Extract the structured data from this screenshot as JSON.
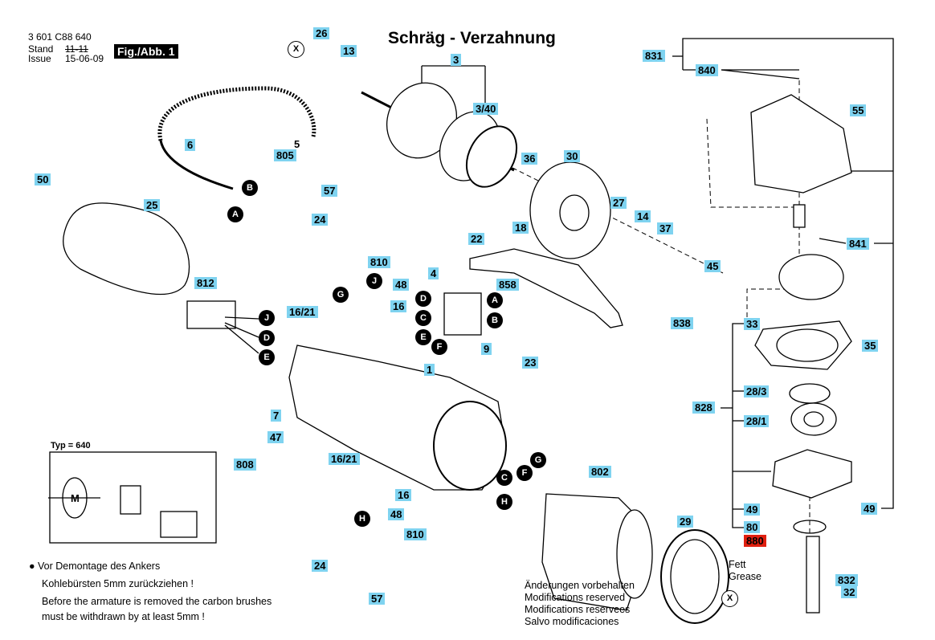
{
  "header": {
    "doc_number": "3 601 C88 640",
    "stand_label": "Stand",
    "issue_label": "Issue",
    "stand_value": "11-11",
    "issue_value": "15-06-09",
    "figure": "Fig./Abb. 1"
  },
  "title": "Schräg - Verzahnung",
  "wiring_type": "Typ = 640",
  "wiring_motor": "M",
  "notes": {
    "de_line1": "● Vor Demontage des Ankers",
    "de_line2": "Kohlebürsten 5mm zurückziehen !",
    "en_line1": "Before the armature is removed the carbon brushes",
    "en_line2": "must be withdrawn by at least 5mm !"
  },
  "modifications": [
    "Änderungen vorbehalten",
    "Modifications reserved",
    "Modifications reservees",
    "Salvo modificaciones"
  ],
  "grease": {
    "de": "Fett",
    "en": "Grease"
  },
  "part_labels": [
    {
      "id": "26"
    },
    {
      "id": "13"
    },
    {
      "id": "3"
    },
    {
      "id": "3/40"
    },
    {
      "id": "6"
    },
    {
      "id": "5"
    },
    {
      "id": "805"
    },
    {
      "id": "50"
    },
    {
      "id": "25"
    },
    {
      "id": "57"
    },
    {
      "id": "24"
    },
    {
      "id": "810"
    },
    {
      "id": "48"
    },
    {
      "id": "16/21"
    },
    {
      "id": "16"
    },
    {
      "id": "812"
    },
    {
      "id": "22"
    },
    {
      "id": "18"
    },
    {
      "id": "4"
    },
    {
      "id": "858"
    },
    {
      "id": "36"
    },
    {
      "id": "30"
    },
    {
      "id": "27"
    },
    {
      "id": "14"
    },
    {
      "id": "37"
    },
    {
      "id": "45"
    },
    {
      "id": "838"
    },
    {
      "id": "9"
    },
    {
      "id": "23"
    },
    {
      "id": "1"
    },
    {
      "id": "7"
    },
    {
      "id": "47"
    },
    {
      "id": "808"
    },
    {
      "id": "16/21"
    },
    {
      "id": "16"
    },
    {
      "id": "48"
    },
    {
      "id": "810"
    },
    {
      "id": "24"
    },
    {
      "id": "57"
    },
    {
      "id": "802"
    },
    {
      "id": "29"
    },
    {
      "id": "831"
    },
    {
      "id": "840"
    },
    {
      "id": "55"
    },
    {
      "id": "841"
    },
    {
      "id": "33"
    },
    {
      "id": "35"
    },
    {
      "id": "828"
    },
    {
      "id": "28/3"
    },
    {
      "id": "28/1"
    },
    {
      "id": "49"
    },
    {
      "id": "49"
    },
    {
      "id": "80"
    },
    {
      "id": "880"
    },
    {
      "id": "832"
    },
    {
      "id": "32"
    }
  ],
  "callouts": [
    "X",
    "X",
    "A",
    "B",
    "J",
    "D",
    "E",
    "G",
    "J",
    "D",
    "C",
    "E",
    "A",
    "B",
    "F",
    "G",
    "F",
    "C",
    "H",
    "H"
  ]
}
